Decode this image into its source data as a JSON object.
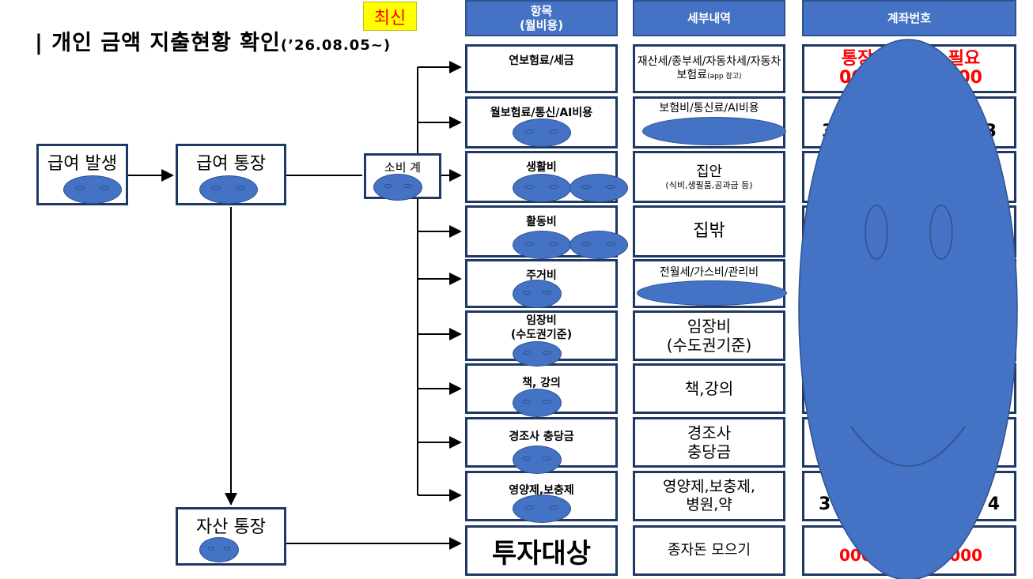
{
  "title": {
    "main": "개인 금액 지출현황 확인",
    "date": "(’26.08.05~)"
  },
  "badge": "최신",
  "headers": {
    "item": "항목\n(월비용)",
    "detail": "세부내역",
    "account": "계좌번호"
  },
  "flow": {
    "salary_event": "급여 발생",
    "salary_account": "급여 통장",
    "consumption": "소비 계",
    "asset_account": "자산 통장"
  },
  "rows": [
    {
      "item": "연보험료/세금",
      "detail": "재산세/종부세/자동차세/자동차보험료",
      "detail_note": "(app 참고)",
      "account_line1": "통장",
      "account_line2": "000",
      "account_suffix1": "필요",
      "account_suffix2": "000"
    },
    {
      "item": "월보험료/통신/AI비용",
      "detail": "보험비/통신료/AI비용",
      "account_line1": "3",
      "account_suffix1": "3"
    },
    {
      "item": "생활비",
      "detail": "집안",
      "detail_note": "(식비,생필품,공과금 등)"
    },
    {
      "item": "활동비",
      "detail": "집밖"
    },
    {
      "item": "주거비",
      "detail": "전월세/가스비/관리비"
    },
    {
      "item": "임장비\n(수도권기준)",
      "detail": "임장비\n(수도권기준)"
    },
    {
      "item": "책, 강의",
      "detail": "책,강의"
    },
    {
      "item": "경조사 충당금",
      "detail": "경조사\n충당금"
    },
    {
      "item": "영양제,보충제",
      "detail": "영양제,보충제,\n병원,약",
      "account_line1": "3",
      "account_suffix1": "4"
    },
    {
      "item": "투자대상",
      "detail": "종자돈 모으기",
      "account_line1": "0000",
      "account_suffix1": "0000"
    }
  ],
  "colors": {
    "header_blue": "#4472c4",
    "border_navy": "#1f3864",
    "badge_yellow": "#ffff00",
    "account_red": "#ff0000"
  }
}
